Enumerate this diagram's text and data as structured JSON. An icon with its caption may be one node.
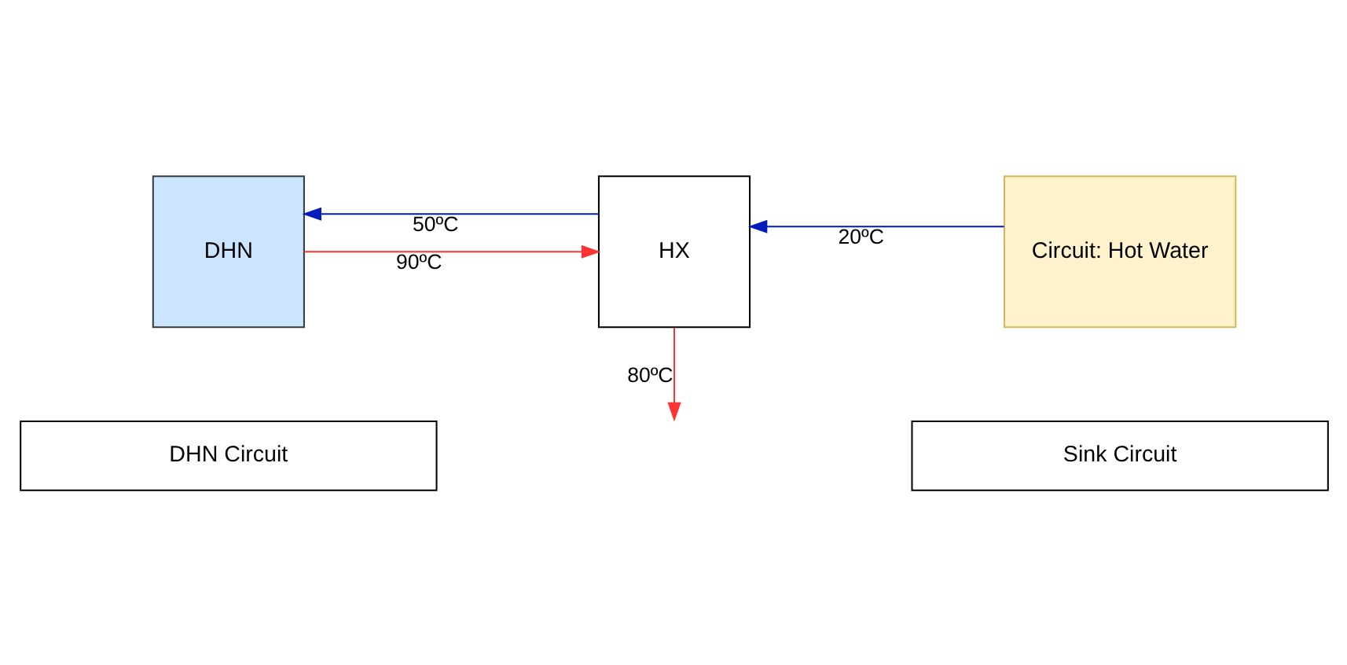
{
  "diagram": {
    "nodes": [
      {
        "text": [
          "DHN Circuit"
        ]
      },
      {
        "text": [
          "Sink Circuit"
        ]
      },
      {
        "text": [
          "DHN"
        ]
      },
      {
        "text": [
          "HX"
        ]
      },
      {
        "text": [
          "Circuit: Hot Water"
        ]
      }
    ],
    "edges": [
      {
        "from": 2,
        "to": 3,
        "arrow": "to",
        "label": "90ºC",
        "color": "#ff3333"
      },
      {
        "from": 3,
        "to": null,
        "arrow": "to",
        "label": "80ºC",
        "color": "#ff3333"
      },
      {
        "from": 3,
        "to": 2,
        "arrow": "to",
        "label": "50ºC",
        "color": "#001dbc"
      },
      {
        "from": 4,
        "to": 3,
        "arrow": "to",
        "label": "20ºC",
        "color": "#001dbc"
      }
    ]
  }
}
